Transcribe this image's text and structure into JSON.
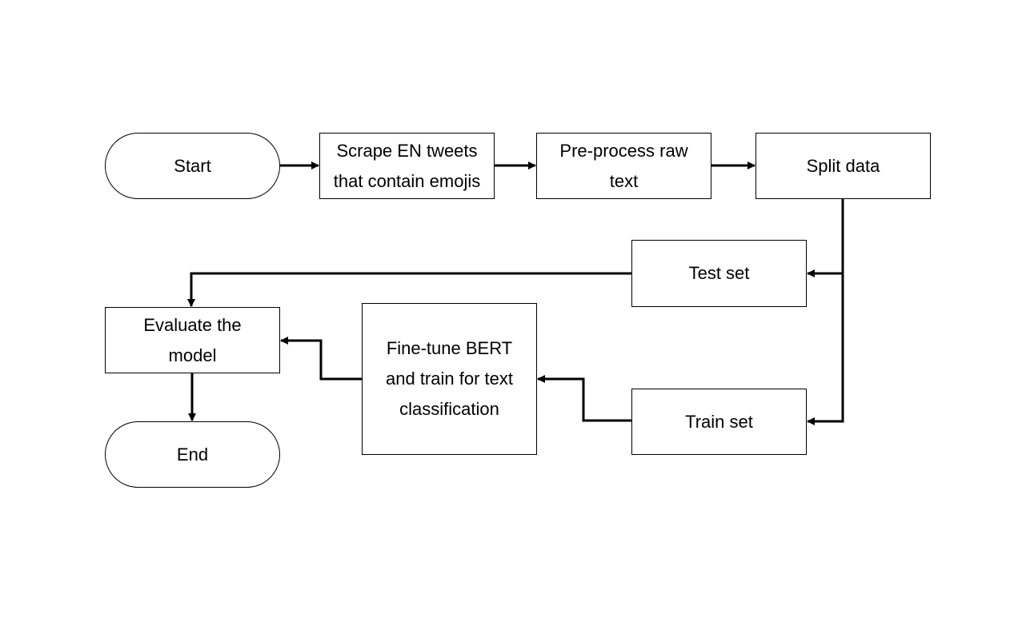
{
  "diagram": {
    "nodes": {
      "start": {
        "shape": "terminal",
        "lines": [
          "Start"
        ]
      },
      "scrape": {
        "shape": "process",
        "lines": [
          "Scrape EN tweets",
          "that contain emojis"
        ]
      },
      "preprocess": {
        "shape": "process",
        "lines": [
          "Pre-process raw",
          "text"
        ]
      },
      "split": {
        "shape": "process",
        "lines": [
          "Split data"
        ]
      },
      "test": {
        "shape": "process",
        "lines": [
          "Test set"
        ]
      },
      "train": {
        "shape": "process",
        "lines": [
          "Train set"
        ]
      },
      "finetune": {
        "shape": "process",
        "lines": [
          "Fine-tune BERT",
          "and train for text",
          "classification"
        ]
      },
      "evaluate": {
        "shape": "process",
        "lines": [
          "Evaluate the",
          "model"
        ]
      },
      "end": {
        "shape": "terminal",
        "lines": [
          "End"
        ]
      }
    },
    "edges": [
      {
        "from": "start",
        "to": "scrape"
      },
      {
        "from": "scrape",
        "to": "preprocess"
      },
      {
        "from": "preprocess",
        "to": "split"
      },
      {
        "from": "split",
        "to": "test"
      },
      {
        "from": "split",
        "to": "train"
      },
      {
        "from": "test",
        "to": "evaluate"
      },
      {
        "from": "train",
        "to": "finetune"
      },
      {
        "from": "finetune",
        "to": "evaluate"
      },
      {
        "from": "evaluate",
        "to": "end"
      }
    ],
    "colors": {
      "stroke": "#000000",
      "fill": "#ffffff",
      "text": "#000000"
    }
  }
}
